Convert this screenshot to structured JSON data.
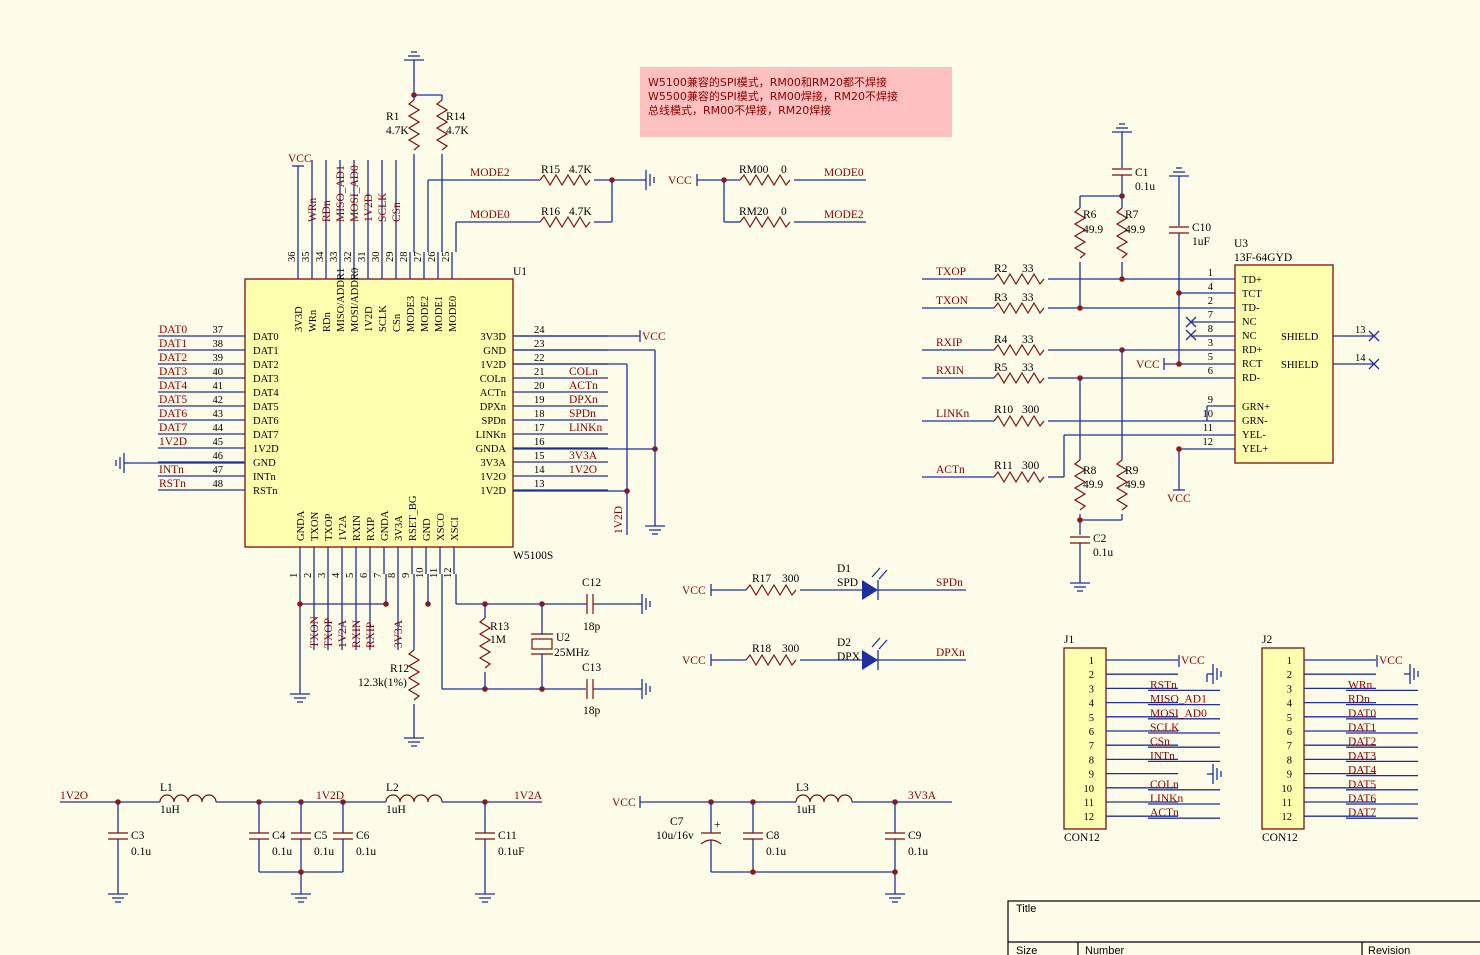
{
  "note": {
    "lines": [
      "W5100兼容的SPI模式，RM00和RM20都不焊接",
      "W5500兼容的SPI模式，RM00焊接，RM20不焊接",
      "总线模式，RM00不焊接，RM20焊接"
    ],
    "bg": "#ffc0c0"
  },
  "colors": {
    "wire": "#1f2f9f",
    "part": "#7a1010",
    "net": "#8b0000",
    "ic_fill": "#ffffb0"
  },
  "u1": {
    "ref": "U1",
    "part": "W5100S",
    "top_pins": [
      [
        "36",
        "3V3D"
      ],
      [
        "35",
        "WRn"
      ],
      [
        "34",
        "RDn"
      ],
      [
        "33",
        "MISO/ADDR1"
      ],
      [
        "32",
        "MOSI/ADDR0"
      ],
      [
        "31",
        "1V2D"
      ],
      [
        "30",
        "SCLK"
      ],
      [
        "29",
        "CSn"
      ],
      [
        "28",
        "MODE3"
      ],
      [
        "27",
        "MODE2"
      ],
      [
        "26",
        "MODE1"
      ],
      [
        "25",
        "MODE0"
      ]
    ],
    "top_nets": [
      "",
      "WRn",
      "RDn",
      "MISO_AD1",
      "MOSI_AD0",
      "1V2D",
      "SCLK",
      "CSn"
    ],
    "left_pins": [
      [
        "37",
        "DAT0",
        "DAT0"
      ],
      [
        "38",
        "DAT1",
        "DAT1"
      ],
      [
        "39",
        "DAT2",
        "DAT2"
      ],
      [
        "40",
        "DAT3",
        "DAT3"
      ],
      [
        "41",
        "DAT4",
        "DAT4"
      ],
      [
        "42",
        "DAT5",
        "DAT5"
      ],
      [
        "43",
        "DAT6",
        "DAT6"
      ],
      [
        "44",
        "DAT7",
        "DAT7"
      ],
      [
        "45",
        "1V2D",
        "1V2D"
      ],
      [
        "46",
        "GND",
        ""
      ],
      [
        "47",
        "INTn",
        "INTn"
      ],
      [
        "48",
        "RSTn",
        "RSTn"
      ]
    ],
    "right_pins": [
      [
        "24",
        "3V3D",
        ""
      ],
      [
        "23",
        "GND",
        ""
      ],
      [
        "22",
        "1V2D",
        ""
      ],
      [
        "21",
        "COLn",
        "COLn"
      ],
      [
        "20",
        "ACTn",
        "ACTn"
      ],
      [
        "19",
        "DPXn",
        "DPXn"
      ],
      [
        "18",
        "SPDn",
        "SPDn"
      ],
      [
        "17",
        "LINKn",
        "LINKn"
      ],
      [
        "16",
        "GNDA",
        ""
      ],
      [
        "15",
        "3V3A",
        "3V3A"
      ],
      [
        "14",
        "1V2O",
        "1V2O"
      ],
      [
        "13",
        "1V2D",
        ""
      ]
    ],
    "bottom_pins": [
      [
        "1",
        "GNDA"
      ],
      [
        "2",
        "TXON"
      ],
      [
        "3",
        "TXOP"
      ],
      [
        "4",
        "1V2A"
      ],
      [
        "5",
        "RXIN"
      ],
      [
        "6",
        "RXIP"
      ],
      [
        "7",
        "GNDA"
      ],
      [
        "8",
        "3V3A"
      ],
      [
        "9",
        "RSET_BG"
      ],
      [
        "10",
        "GND"
      ],
      [
        "11",
        "XSCO"
      ],
      [
        "12",
        "XSCI"
      ]
    ],
    "bottom_nets": [
      "",
      "TXON",
      "TXOP",
      "1V2A",
      "RXIN",
      "RXIP",
      "",
      "3V3A"
    ],
    "vcc_right": "VCC",
    "left_gnd_net": "GND",
    "vert_1v2d": "1V2D"
  },
  "labels": {
    "vcc": "VCC",
    "r1": "R1",
    "r1v": "4.7K",
    "r14": "R14",
    "r14v": "4.7K",
    "r15": "R15",
    "r15v": "4.7K",
    "r16": "R16",
    "r16v": "4.7K",
    "mode2": "MODE2",
    "mode0": "MODE0",
    "rm00": "RM00",
    "rm00v": "0",
    "rm20": "RM20",
    "rm20v": "0",
    "mode0r": "MODE0",
    "mode2r": "MODE2",
    "r13": "R13",
    "r13v": "1M",
    "u2": "U2",
    "u2v": "25MHz",
    "c12": "C12",
    "c12v": "18p",
    "c13": "C13",
    "c13v": "18p",
    "r12": "R12",
    "r12v": "12.3k(1%)",
    "r17": "R17",
    "r17v": "300",
    "d1": "D1",
    "d1v": "SPD",
    "spdn": "SPDn",
    "r18": "R18",
    "r18v": "300",
    "d2": "D2",
    "d2v": "DPX",
    "dpxn": "DPXn",
    "c1": "C1",
    "c1v": "0.1u",
    "c10": "C10",
    "c10v": "1uF",
    "r6": "R6",
    "r6v": "49.9",
    "r7": "R7",
    "r7v": "49.9",
    "r8": "R8",
    "r8v": "49.9",
    "r9": "R9",
    "r9v": "49.9",
    "c2": "C2",
    "c2v": "0.1u",
    "u3": "U3",
    "u3v": "13F-64GYD",
    "r2": "R2",
    "r2v": "33",
    "r3": "R3",
    "r3v": "33",
    "r4": "R4",
    "r4v": "33",
    "r5": "R5",
    "r5v": "33",
    "r10": "R10",
    "r10v": "300",
    "r11": "R11",
    "r11v": "300",
    "txop": "TXOP",
    "txon": "TXON",
    "rxip": "RXIP",
    "rxin": "RXIN",
    "linkn": "LINKn",
    "actn": "ACTn",
    "l1": "L1",
    "l1v": "1uH",
    "l2": "L2",
    "l2v": "1uH",
    "l3": "L3",
    "l3v": "1uH",
    "n1v2o": "1V2O",
    "n1v2d": "1V2D",
    "n1v2a": "1V2A",
    "n3v3a": "3V3A",
    "c3": "C3",
    "c3v": "0.1u",
    "c4": "C4",
    "c4v": "0.1u",
    "c5": "C5",
    "c5v": "0.1u",
    "c6": "C6",
    "c6v": "0.1u",
    "c11": "C11",
    "c11v": "0.1uF",
    "c7": "C7",
    "c7v": "10u/16v",
    "c8": "C8",
    "c8v": "0.1u",
    "c9": "C9",
    "c9v": "0.1u",
    "plus": "+",
    "j1": "J1",
    "j2": "J2",
    "con": "CON12"
  },
  "u3_pins": [
    [
      "1",
      "TD+"
    ],
    [
      "4",
      "TCT"
    ],
    [
      "2",
      "TD-"
    ],
    [
      "7",
      "NC"
    ],
    [
      "8",
      "NC"
    ],
    [
      "3",
      "RD+"
    ],
    [
      "5",
      "RCT"
    ],
    [
      "6",
      "RD-"
    ],
    [
      "9",
      "GRN+"
    ],
    [
      "10",
      "GRN-"
    ],
    [
      "11",
      "YEL-"
    ],
    [
      "12",
      "YEL+"
    ]
  ],
  "u3_shield": [
    [
      "13",
      "SHIELD"
    ],
    [
      "14",
      "SHIELD"
    ]
  ],
  "j1_pins": [
    "VCC",
    "",
    "RSTn",
    "MISO_AD1",
    "MOSI_AD0",
    "SCLK",
    "CSn",
    "INTn",
    "",
    "COLn",
    "LINKn",
    "ACTn"
  ],
  "j2_pins": [
    "VCC",
    "",
    "WRn",
    "RDn",
    "DAT0",
    "DAT1",
    "DAT2",
    "DAT3",
    "DAT4",
    "DAT5",
    "DAT6",
    "DAT7"
  ],
  "titleblock": {
    "title": "Title",
    "size": "Size",
    "number": "Number",
    "revision": "Revision"
  }
}
